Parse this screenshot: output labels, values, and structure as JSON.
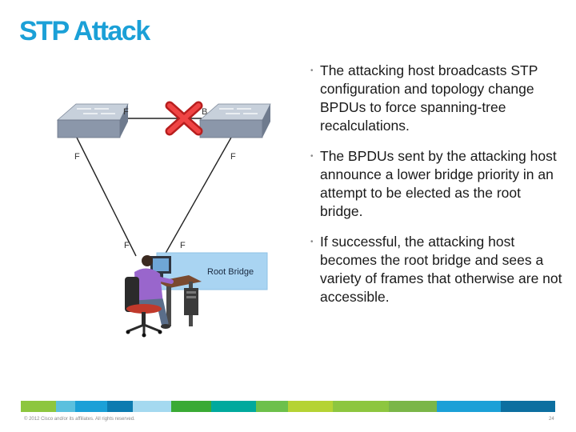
{
  "slide": {
    "title": "STP Attack",
    "bullets": [
      "The attacking host broadcasts STP configuration and topology change BPDUs to force spanning-tree recalculations.",
      "The BPDUs sent by the attacking host announce a lower bridge priority in an attempt to be elected as the root bridge.",
      "If successful, the attacking host becomes the root bridge and sees a variety of frames that otherwise are not accessible."
    ],
    "bullet_glyph": "•"
  },
  "diagram": {
    "left_switch_port": "F",
    "right_switch_port": "B",
    "left_link_top_port": "F",
    "right_link_top_port": "F",
    "host_left_port": "F",
    "host_right_port": "F",
    "root_bridge_label": "Root Bridge",
    "blocked_link_icon": "red-x-icon",
    "colors": {
      "switch_body": "#9aa7b8",
      "root_box": "#a9d4f2",
      "blocked_x": "#e03030",
      "title": "#1ba0d7"
    }
  },
  "footer": {
    "copyright": "© 2012 Cisco and/or its affiliates. All rights reserved.",
    "page_number": "24",
    "bar_colors": [
      "#8dc63f",
      "#5bc0de",
      "#1ba0d7",
      "#0d7bb0",
      "#a4d9f0",
      "#3aaa35",
      "#00a99d",
      "#6dc04b",
      "#b5d334",
      "#8dc63f",
      "#7ab648",
      "#1ba0d7",
      "#0d6fa0"
    ]
  }
}
